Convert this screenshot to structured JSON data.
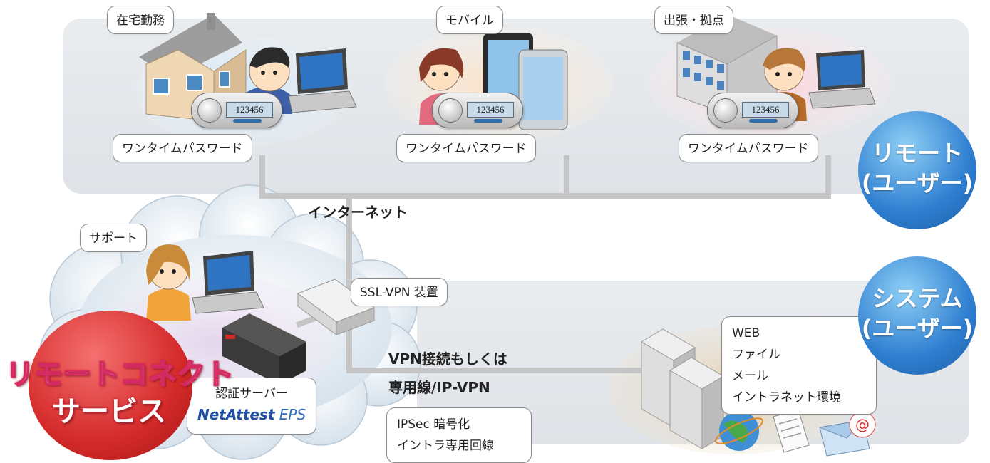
{
  "remote_users": {
    "home_label": "在宅勤務",
    "mobile_label": "モバイル",
    "branch_label": "出張・拠点",
    "otp_label": "ワンタイムパスワード",
    "otp_display": "123456",
    "badge_line1": "リモート",
    "badge_line2": "(ユーザー)"
  },
  "network": {
    "internet_label": "インターネット",
    "ssl_vpn_label": "SSL-VPN 装置",
    "vpn_line1": "VPN接続もしくは",
    "vpn_line2": "専用線/IP-VPN",
    "ipsec_line1": "IPSec 暗号化",
    "ipsec_line2": "イントラ専用回線"
  },
  "service": {
    "support_label": "サポート",
    "auth_server_label": "認証サーバー",
    "product_name_part1": "NetAttest",
    "product_name_part2": " EPS",
    "title_line1": "リモートコネクト",
    "title_line2": "サービス"
  },
  "system_users": {
    "badge_line1": "システム",
    "badge_line2": "(ユーザー)",
    "resources": [
      "WEB",
      "ファイル",
      "メール",
      "イントラネット環境"
    ]
  },
  "colors": {
    "remote_badge": "#2f7fd1",
    "system_badge": "#2f7fd1",
    "service_red": "#d42a2a",
    "product_blue": "#1f4fa0",
    "panel_gray": "#e8ebee",
    "line_gray": "#c8c8c8"
  }
}
